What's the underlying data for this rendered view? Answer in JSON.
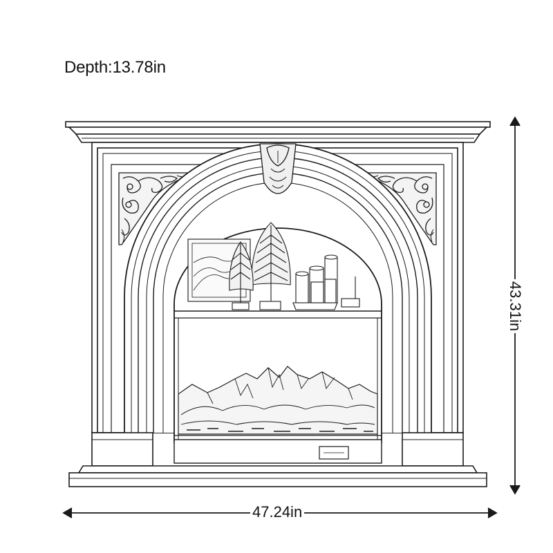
{
  "dimensions": {
    "depth_label": "Depth:13.78in",
    "width_label": "47.24in",
    "height_label": "43.31in"
  },
  "colors": {
    "line": "#1a1a1a",
    "background": "#ffffff"
  }
}
